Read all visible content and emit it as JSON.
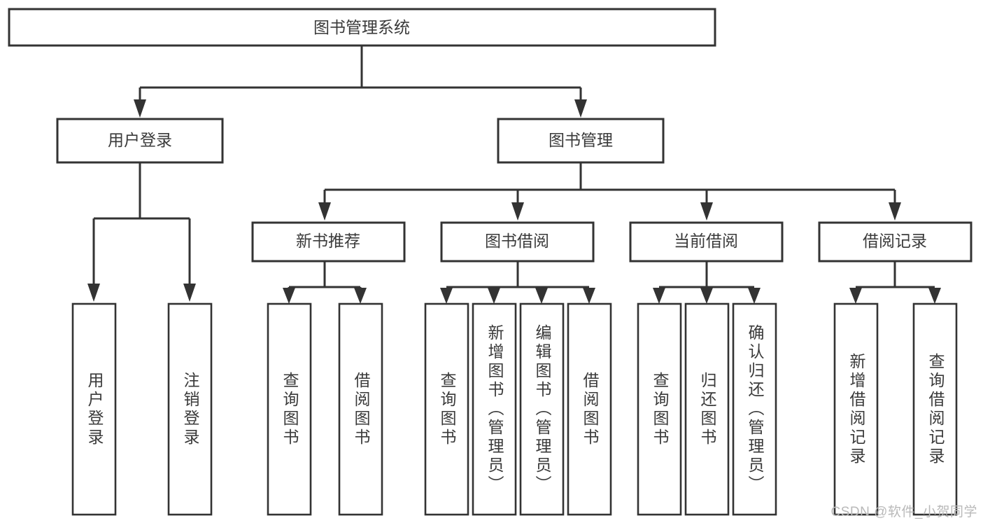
{
  "diagram": {
    "type": "hierarchy-tree",
    "title": "图书管理系统",
    "watermark": "CSDN @软件_小贺同学",
    "colors": {
      "stroke": "#333333",
      "text": "#3a3a3a",
      "background": "#ffffff",
      "watermark": "#b9b9b9"
    },
    "root": {
      "label": "图书管理系统"
    },
    "level1": [
      {
        "label": "用户登录"
      },
      {
        "label": "图书管理"
      }
    ],
    "level2": [
      {
        "label": "新书推荐"
      },
      {
        "label": "图书借阅"
      },
      {
        "label": "当前借阅"
      },
      {
        "label": "借阅记录"
      }
    ],
    "leaves": {
      "user_login": [
        {
          "label": "用户登录"
        },
        {
          "label": "注销登录"
        }
      ],
      "new_book_recommend": [
        {
          "label": "查询图书"
        },
        {
          "label": "借阅图书"
        }
      ],
      "book_borrow": [
        {
          "label": "查询图书"
        },
        {
          "label": "新增图书（管理员）"
        },
        {
          "label": "编辑图书（管理员）"
        },
        {
          "label": "借阅图书"
        }
      ],
      "current_borrow": [
        {
          "label": "查询图书"
        },
        {
          "label": "归还图书"
        },
        {
          "label": "确认归还（管理员）"
        }
      ],
      "borrow_record": [
        {
          "label": "新增借阅记录"
        },
        {
          "label": "查询借阅记录"
        }
      ]
    }
  }
}
